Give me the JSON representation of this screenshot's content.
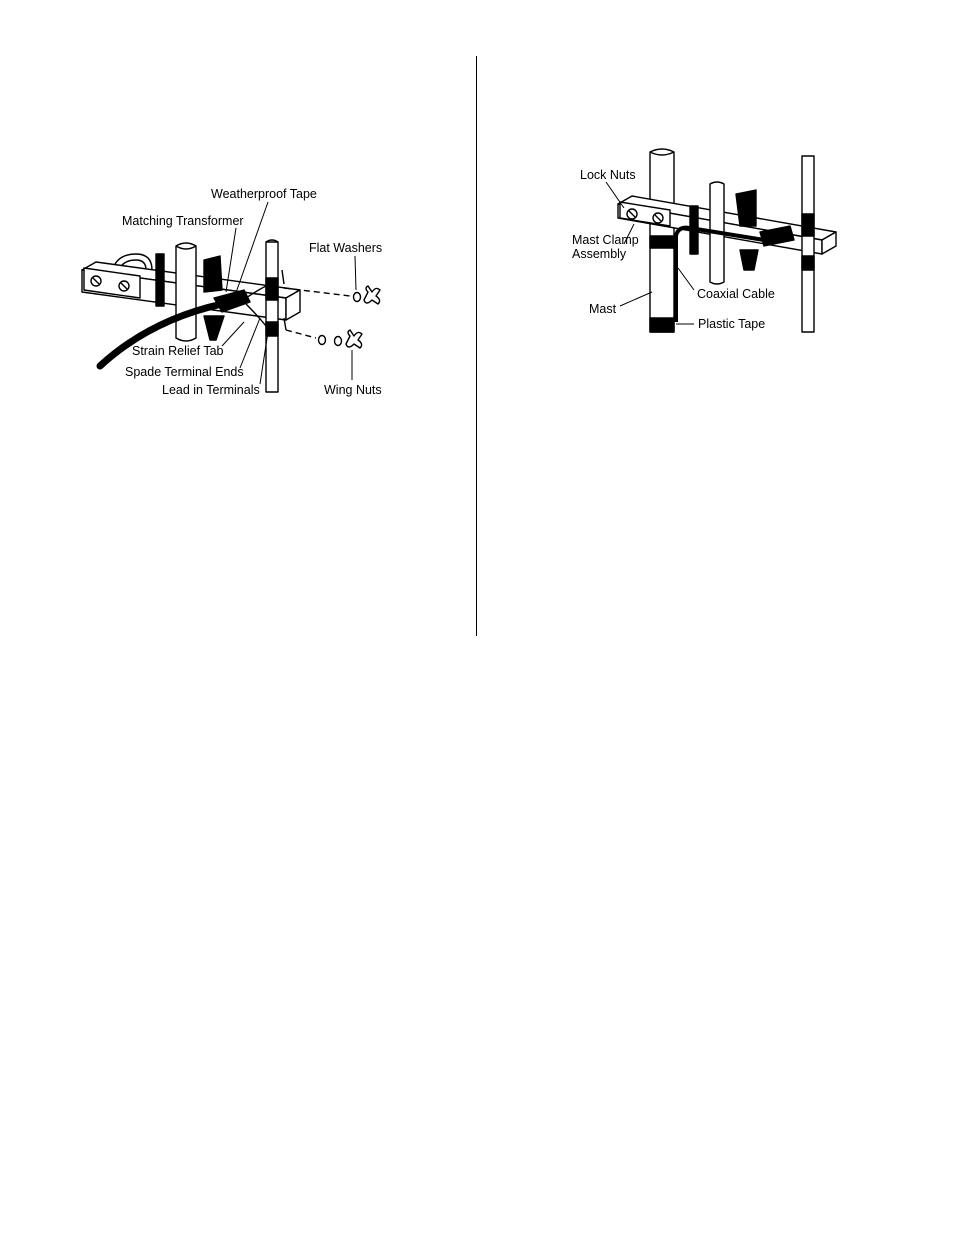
{
  "figure_left": {
    "labels": {
      "weatherproof_tape": "Weatherproof Tape",
      "matching_transformer": "Matching Transformer",
      "flat_washers": "Flat Washers",
      "strain_relief_tab": "Strain Relief Tab",
      "spade_terminal_ends": "Spade Terminal Ends",
      "lead_in_terminals": "Lead in Terminals",
      "wing_nuts": "Wing Nuts"
    }
  },
  "figure_right": {
    "labels": {
      "lock_nuts": "Lock Nuts",
      "mast_clamp_assembly": "Mast Clamp Assembly",
      "coaxial_cable": "Coaxial Cable",
      "mast": "Mast",
      "plastic_tape": "Plastic Tape"
    }
  }
}
